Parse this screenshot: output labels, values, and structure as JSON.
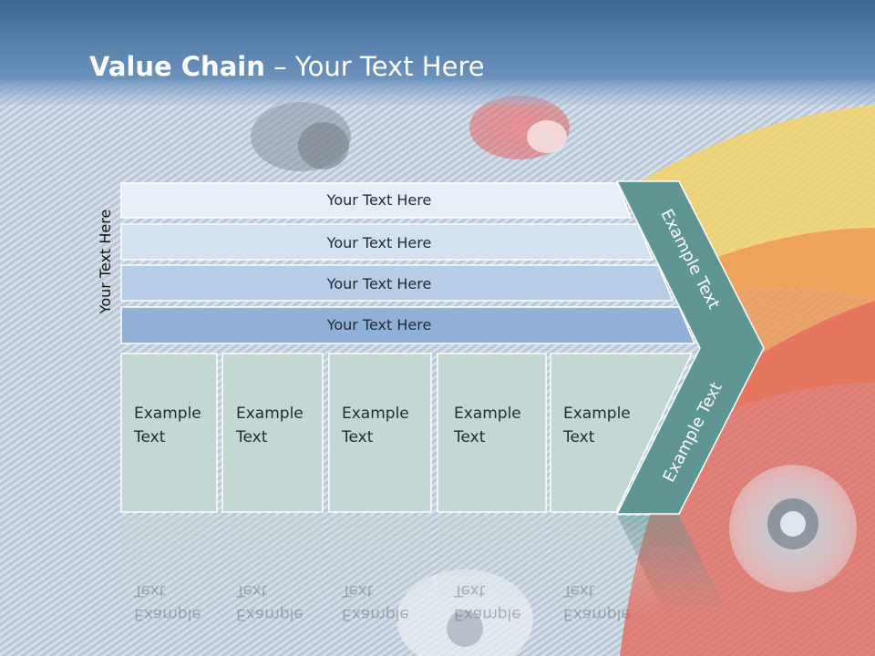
{
  "slide": {
    "title_bold": "Value Chain",
    "title_rest": " – Your Text Here",
    "side_label": "Your Text Here"
  },
  "support_bars": [
    {
      "label": "Your Text Here",
      "color": "#e6eff8"
    },
    {
      "label": "Your Text Here",
      "color": "#d3e2f0"
    },
    {
      "label": "Your Text Here",
      "color": "#b5cde6"
    },
    {
      "label": "Your Text Here",
      "color": "#8fb1d6"
    }
  ],
  "primary_boxes": [
    {
      "line1": "Example",
      "line2": "Text"
    },
    {
      "line1": "Example",
      "line2": "Text"
    },
    {
      "line1": "Example",
      "line2": "Text"
    },
    {
      "line1": "Example",
      "line2": "Text"
    },
    {
      "line1": "Example",
      "line2": "Text"
    }
  ],
  "chevron": {
    "top_label": "Example Text",
    "bottom_label": "Example Text",
    "color": "#5f9693"
  },
  "colors": {
    "header": "#4f7eab",
    "box_fill": "#c3d8d5",
    "denim": "#c6d2e0"
  }
}
